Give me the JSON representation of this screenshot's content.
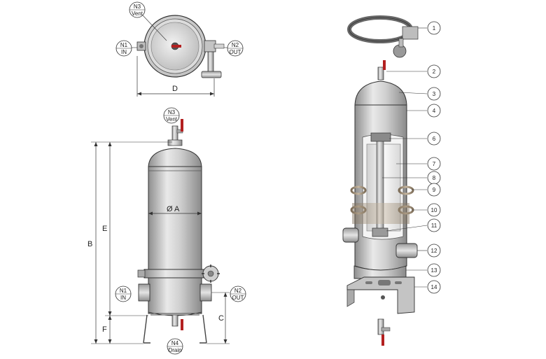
{
  "nozzles": {
    "top_n3": {
      "id": "N3",
      "name": "Vent"
    },
    "top_n1": {
      "id": "N1",
      "name": "IN"
    },
    "top_n2": {
      "id": "N2",
      "name": "OUT"
    },
    "side_n3": {
      "id": "N3",
      "name": "Vent"
    },
    "side_n1": {
      "id": "N1",
      "name": "IN"
    },
    "side_n2": {
      "id": "N2",
      "name": "OUT"
    },
    "side_n4": {
      "id": "N4",
      "name": "Drain"
    }
  },
  "dimensions": {
    "diameter": "Ø A",
    "height_total": "B",
    "nozzle_height": "C",
    "flange_diameter": "D",
    "body_height": "E",
    "leg_height": "F"
  },
  "callouts": [
    "1",
    "2",
    "3",
    "4",
    "6",
    "7",
    "8",
    "9",
    "10",
    "11",
    "12",
    "13",
    "14"
  ],
  "colors": {
    "line": "#333333",
    "metal_light": "#e6e6e6",
    "metal_dark": "#9a9a9a",
    "valve_red": "#b32020"
  }
}
